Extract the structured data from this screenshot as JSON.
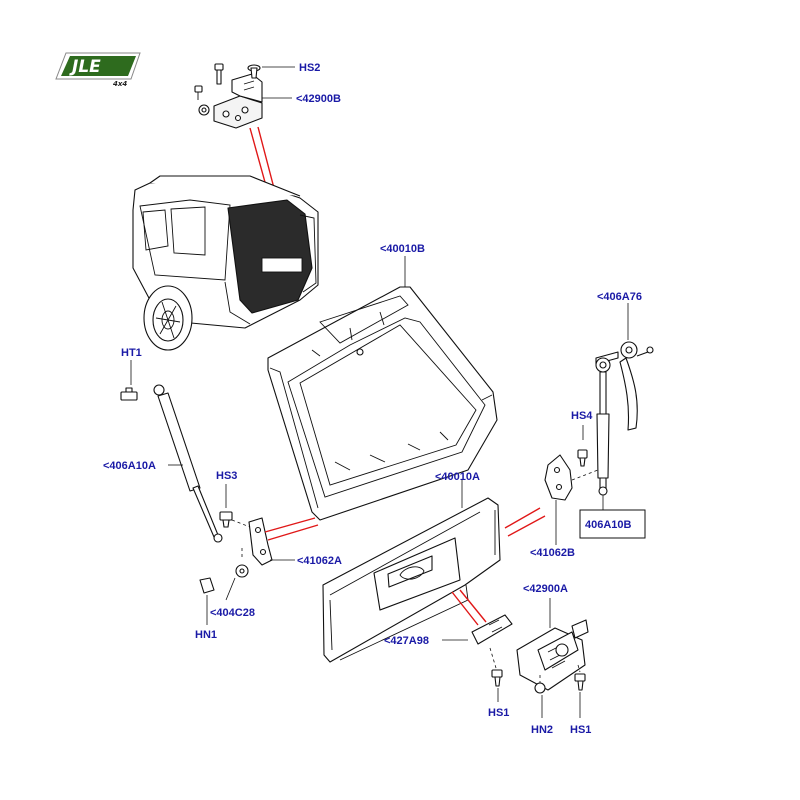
{
  "logo": {
    "text": "JLE",
    "subtext": "4x4",
    "color": "#2e6b1e"
  },
  "callouts": {
    "hs2_top": "HS2",
    "p42900b": "<42900B",
    "p40010b": "<40010B",
    "p406a76": "<406A76",
    "ht1": "HT1",
    "hs4": "HS4",
    "p406a10a": "<406A10A",
    "hs3": "HS3",
    "p40010a": "<40010A",
    "p406a10b": "406A10B",
    "p41062a": "<41062A",
    "p41062b": "<41062B",
    "p404c28": "<404C28",
    "p42900a": "<42900A",
    "hn1": "HN1",
    "p427a98": "<427A98",
    "hs1_left": "HS1",
    "hn2": "HN2",
    "hs1_right": "HS1"
  },
  "colors": {
    "callout_text": "#1a1aa6",
    "highlight_lines": "#e01818",
    "outline": "#111111"
  }
}
